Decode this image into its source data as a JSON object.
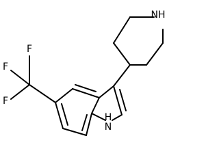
{
  "molecule": {
    "atoms": {
      "piperidine_nh": "NH",
      "indole_nh": "H",
      "indole_n": "N",
      "fluorine_top": "F",
      "fluorine_left_top": "F",
      "fluorine_left_bottom": "F"
    },
    "colors": {
      "bond": "#000000",
      "text": "#000000",
      "background": "#ffffff"
    }
  }
}
